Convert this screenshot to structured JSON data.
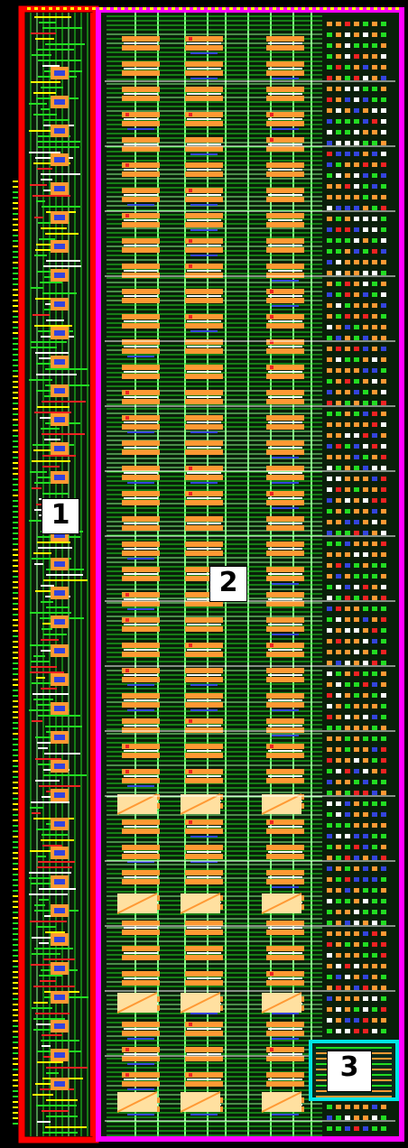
{
  "regions": [
    {
      "id": "1",
      "label": "1",
      "outline_color": "#ff0000",
      "fill_density": "low"
    },
    {
      "id": "2",
      "label": "2",
      "outline_color": "#ff00ff",
      "fill_density": "high"
    },
    {
      "id": "3",
      "label": "3",
      "outline_color": "#00e5e5",
      "fill_density": "medium"
    }
  ],
  "colors": {
    "background": "#000000",
    "metal_green": "#22dd22",
    "metal_light_green": "#88ff88",
    "diffusion_orange": "#ff9933",
    "poly_tan": "#ffe0a0",
    "contact_white": "#ffffff",
    "via_blue": "#3344dd",
    "poly_red": "#ee2222",
    "via_yellow": "#ffff00"
  }
}
